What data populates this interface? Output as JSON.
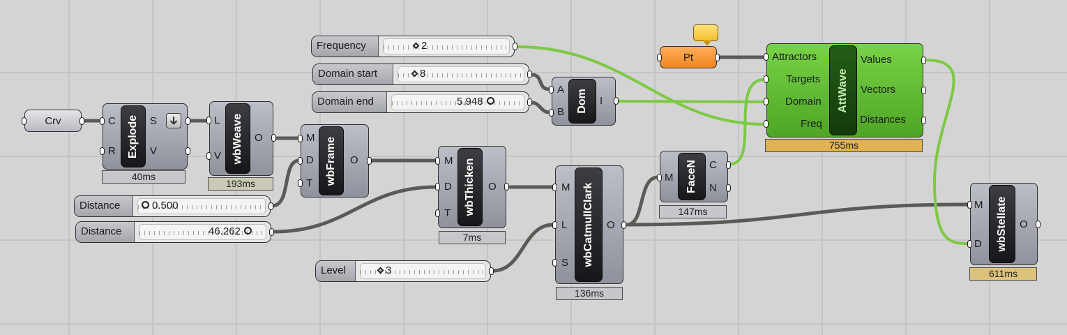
{
  "canvas": {
    "background": "#d4d4d4",
    "wire_color": "#5b5a56",
    "active_wire_color": "#7cc943",
    "component_color": "#a4a6ad",
    "active_component_color": "#63bf33",
    "param_color": "#f5902c"
  },
  "params": {
    "crv": "Crv",
    "pt": "Pt"
  },
  "sliders": {
    "frequency": {
      "name": "Frequency",
      "value": "2"
    },
    "domain_start": {
      "name": "Domain start",
      "value": "8"
    },
    "domain_end": {
      "name": "Domain end",
      "value": "5.948"
    },
    "distance_1": {
      "name": "Distance",
      "value": "0.500"
    },
    "distance_2": {
      "name": "Distance",
      "value": "46.262"
    },
    "level": {
      "name": "Level",
      "value": "3"
    }
  },
  "components": {
    "explode": {
      "nick": "Explode",
      "inputs": [
        "C",
        "R"
      ],
      "outputs": [
        "S",
        "V"
      ],
      "timing": "40ms",
      "icon": "down-arrow-icon"
    },
    "wbweave": {
      "nick": "wbWeave",
      "inputs": [
        "L",
        "V"
      ],
      "outputs": [
        "O"
      ],
      "timing": "193ms"
    },
    "wbframe": {
      "nick": "wbFrame",
      "inputs": [
        "M",
        "D",
        "T"
      ],
      "outputs": [
        "O"
      ]
    },
    "dom": {
      "nick": "Dom",
      "inputs": [
        "A",
        "B"
      ],
      "outputs": [
        "I"
      ]
    },
    "wbthicken": {
      "nick": "wbThicken",
      "inputs": [
        "M",
        "D",
        "T"
      ],
      "outputs": [
        "O"
      ],
      "timing": "7ms"
    },
    "wbcatmullclark": {
      "nick": "wbCatmullClark",
      "inputs": [
        "M",
        "L",
        "S"
      ],
      "outputs": [
        "O"
      ],
      "timing": "136ms"
    },
    "facen": {
      "nick": "FaceN",
      "inputs": [
        "M"
      ],
      "outputs": [
        "C",
        "N"
      ],
      "timing": "147ms"
    },
    "attwave": {
      "nick": "AttWave",
      "inputs": [
        "Attractors",
        "Targets",
        "Domain",
        "Freq"
      ],
      "outputs": [
        "Values",
        "Vectors",
        "Distances"
      ],
      "timing": "755ms"
    },
    "wbstellate": {
      "nick": "wbStellate",
      "inputs": [
        "M",
        "D"
      ],
      "outputs": [
        "O"
      ],
      "timing": "611ms"
    }
  }
}
